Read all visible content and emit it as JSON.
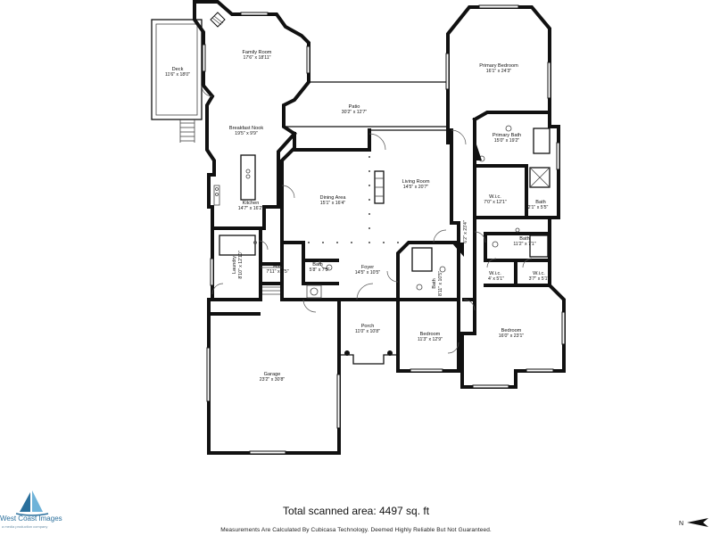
{
  "rooms": {
    "deck": {
      "name": "Deck",
      "dim": "11'6\" x 18'0\""
    },
    "family_room": {
      "name": "Family Room",
      "dim": "17'6\" x 18'11\""
    },
    "patio": {
      "name": "Patio",
      "dim": "30'2\" x 12'7\""
    },
    "primary_bedroom": {
      "name": "Primary Bedroom",
      "dim": "16'1\" x 24'3\""
    },
    "breakfast_nook": {
      "name": "Breakfast Nook",
      "dim": "19'5\" x 9'9\""
    },
    "primary_bath": {
      "name": "Primary Bath",
      "dim": "15'0\" x 19'2\""
    },
    "living_room": {
      "name": "Living Room",
      "dim": "14'5\" x 20'7\""
    },
    "dining_area": {
      "name": "Dining Area",
      "dim": "15'1\" x 16'4\""
    },
    "kitchen": {
      "name": "Kitchen",
      "dim": "14'7\" x 16'2\""
    },
    "wic_primary": {
      "name": "W.i.c.",
      "dim": "7'0\" x 12'1\""
    },
    "bath_primary_side": {
      "name": "Bath",
      "dim": "2'1\" x 5'5\""
    },
    "hall_right": {
      "name": "Hall",
      "dim": "6'2\" x 23'4\""
    },
    "bath_right": {
      "name": "Bath",
      "dim": "11'2\" x 7'1\""
    },
    "laundry": {
      "name": "Laundry",
      "dim": "8'10\" x 12'10\""
    },
    "hall_left": {
      "name": "Hall",
      "dim": "7'11\" x 7'5\""
    },
    "bath_small": {
      "name": "Bath",
      "dim": "5'8\" x 7'5\""
    },
    "foyer": {
      "name": "Foyer",
      "dim": "14'5\" x 10'5\""
    },
    "bath_center": {
      "name": "Bath",
      "dim": "8'11\" x 10'5\""
    },
    "wic_left": {
      "name": "W.i.c.",
      "dim": "4' x 5'1\""
    },
    "wic_right": {
      "name": "W.i.c.",
      "dim": "3'7\" x 5'1\""
    },
    "porch": {
      "name": "Porch",
      "dim": "11'0\" x 10'8\""
    },
    "bedroom_center": {
      "name": "Bedroom",
      "dim": "11'3\" x 12'9\""
    },
    "bedroom_right": {
      "name": "Bedroom",
      "dim": "16'0\" x 23'1\""
    },
    "garage": {
      "name": "Garage",
      "dim": "23'2\" x 30'8\""
    }
  },
  "footer": {
    "total": "Total scanned area: 4497 sq. ft",
    "disclaimer": "Measurements Are Calculated By Cubicasa Technology. Deemed Highly Reliable But Not Guaranteed."
  },
  "logo": {
    "name": "West Coast Images",
    "tagline": "a media production company"
  },
  "compass": {
    "label": "N"
  },
  "colors": {
    "wall": "#111111",
    "logo": "#2a6f9c",
    "background": "#ffffff"
  }
}
